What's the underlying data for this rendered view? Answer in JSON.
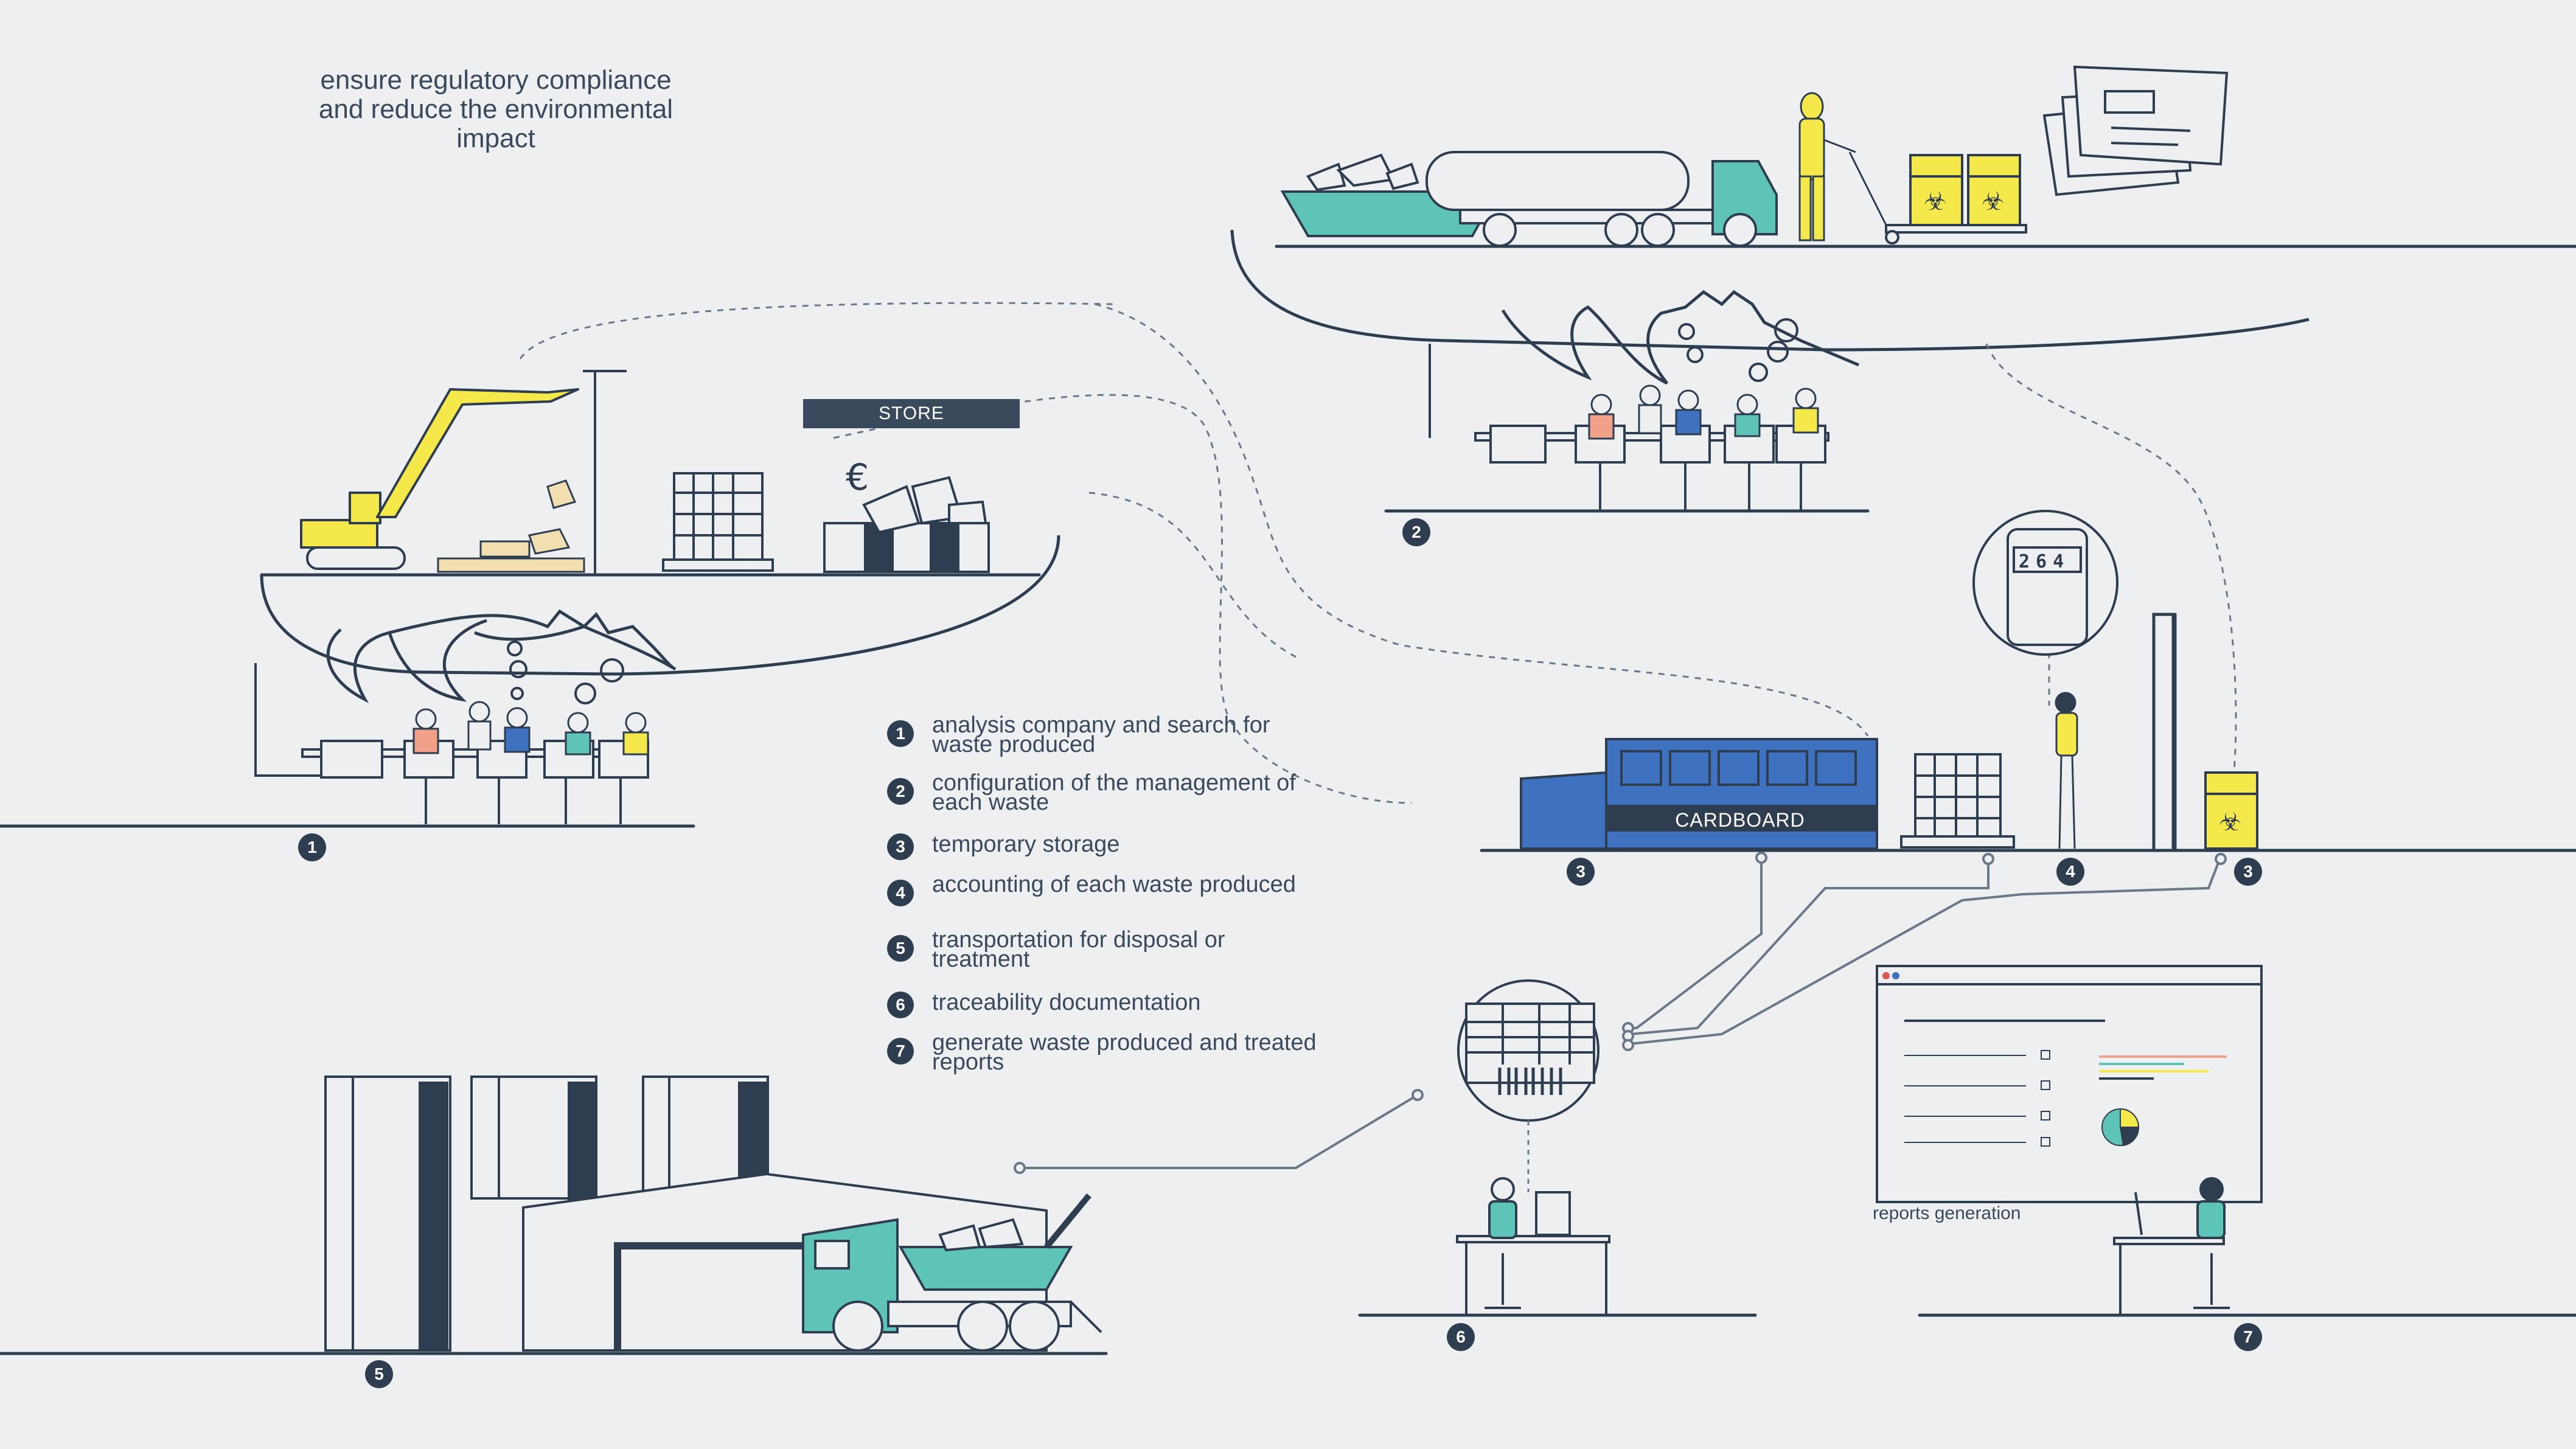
{
  "headline": {
    "line1": "ensure regulatory compliance",
    "line2": "and reduce the environmental",
    "line3": "impact"
  },
  "legend": [
    {
      "num": "1",
      "text": "analysis company and search for waste produced"
    },
    {
      "num": "2",
      "text": "configuration of the management of each waste"
    },
    {
      "num": "3",
      "text": "temporary storage"
    },
    {
      "num": "4",
      "text": "accounting of each waste produced"
    },
    {
      "num": "5",
      "text": "transportation for disposal or treatment"
    },
    {
      "num": "6",
      "text": "traceability documentation"
    },
    {
      "num": "7",
      "text": "generate waste produced and treated reports"
    }
  ],
  "labels": {
    "store": "STORE",
    "cardboard": "CARDBOARD",
    "reports": "reports generation",
    "counter_digits": "264"
  },
  "badges": [
    "1",
    "2",
    "3",
    "4",
    "3",
    "5",
    "6",
    "7"
  ],
  "colors": {
    "background": "#eeeff1",
    "navy": "#2e3d50",
    "teal": "#5fc4b8",
    "yellow": "#f4e84a",
    "blue": "#3e72c0",
    "sand": "#f1dfb2"
  }
}
